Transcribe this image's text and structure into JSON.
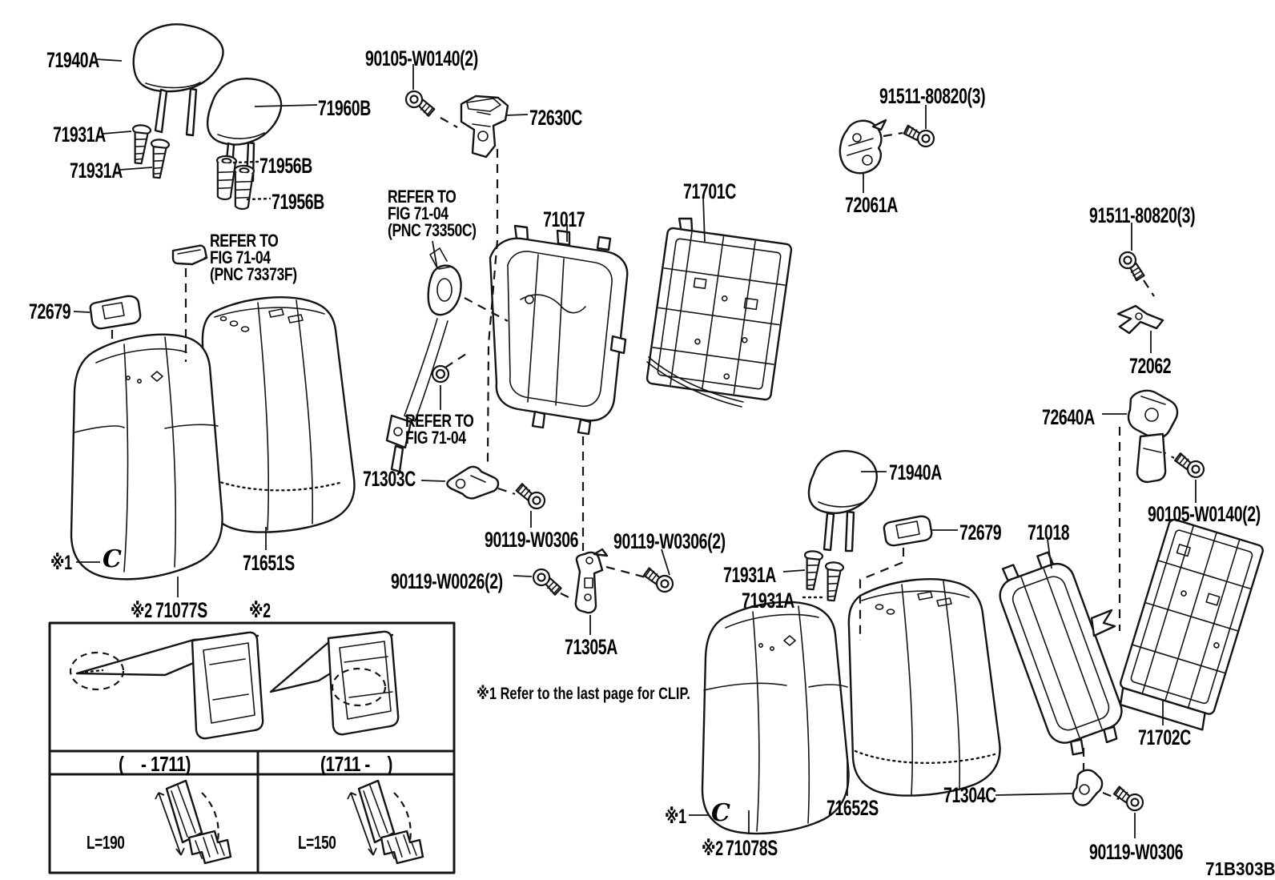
{
  "diagram": {
    "figure_code": "71B303B",
    "clip_note": "※1 Refer to the last page for CLIP.",
    "marks": {
      "m1": "※1",
      "m2": "※2",
      "seat_code": "C"
    },
    "refer_notes": {
      "belt_upper": "REFER TO\nFIG 71-04\n(PNC 73350C)",
      "clip_left": "REFER TO\nFIG 71-04\n(PNC 73373F)",
      "nut_center": "REFER TO\nFIG 71-04"
    },
    "parts": {
      "headrest_left": "71940A",
      "headrest_small": "71960B",
      "headrest_support": "71931A",
      "grommet": "71956B",
      "bolt_w0140": "90105-W0140(2)",
      "belt_guide": "72630C",
      "screw_80820": "91511-80820(3)",
      "bracket_72061A": "72061A",
      "anchor_72062": "72062",
      "board_left": "71701C",
      "frame_left": "71017",
      "frame_right": "71018",
      "bezel": "72679",
      "cover_left_back": "71651S",
      "cover_right_back": "71652S",
      "pad_left": "71077S",
      "pad_right": "71078S",
      "hinge_71303C": "71303C",
      "hinge_71304C": "71304C",
      "bracket_71305A": "71305A",
      "bolt_w0306": "90119-W0306",
      "bolt_w0306_2": "90119-W0306(2)",
      "bolt_w0026_2": "90119-W0026(2)",
      "retractor_72640A": "72640A",
      "board_right": "71702C"
    },
    "inset": {
      "header_left": "(    - 1711)",
      "header_right": "(1711 -    )",
      "length_left": "L=190",
      "length_right": "L=150"
    }
  }
}
